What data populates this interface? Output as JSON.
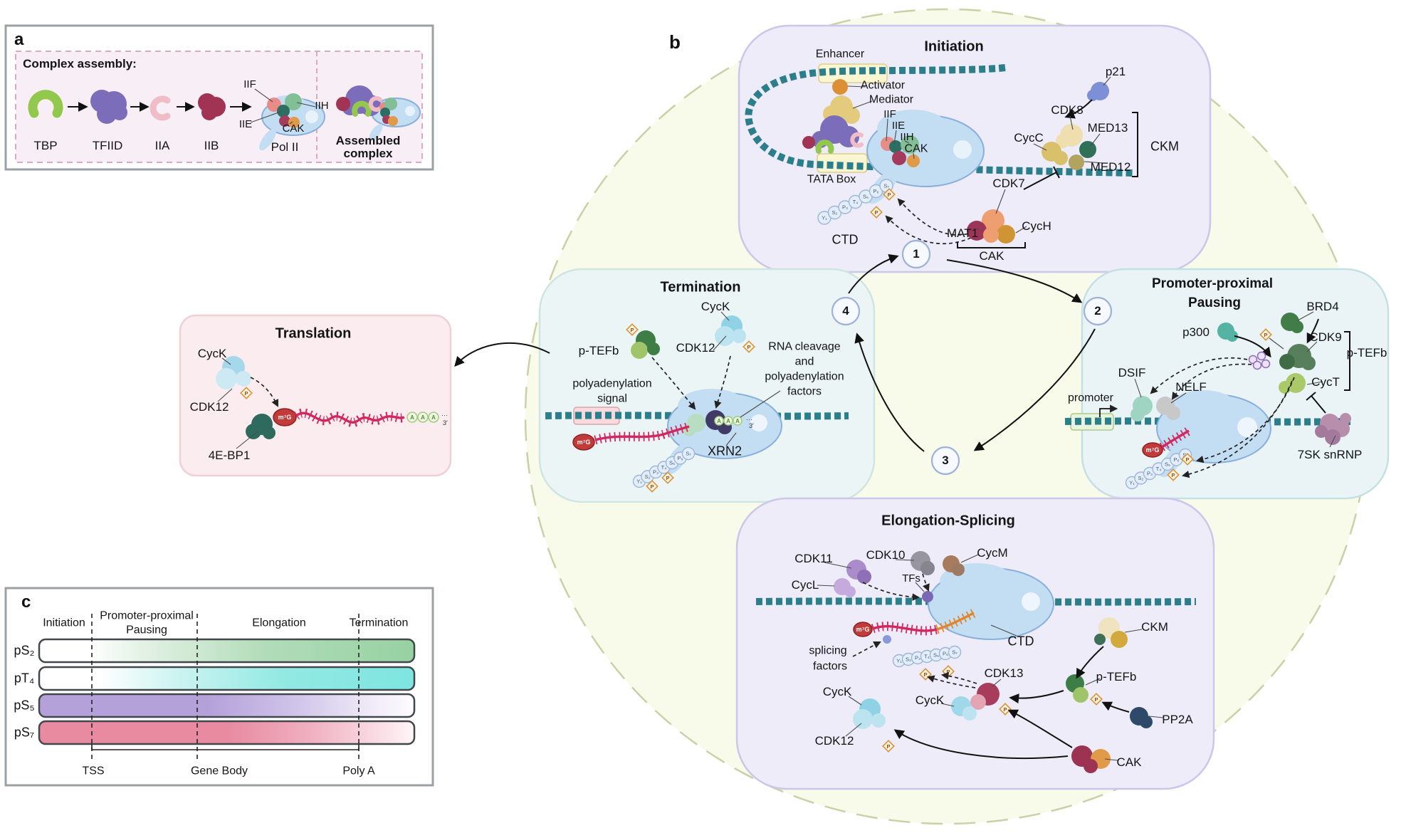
{
  "phosphate": "P",
  "cap": "m⁷G",
  "adenine": "A",
  "three_prime": "3′",
  "dots": "···",
  "ctd": {
    "letters": [
      "Y₁",
      "S₂",
      "P₃",
      "T₄",
      "S₅",
      "P₆",
      "S₇"
    ]
  },
  "panel_a": {
    "tag": "a",
    "title": "Complex assembly:",
    "tbp": "TBP",
    "tfiid": "TFIID",
    "iia": "IIA",
    "iib": "IIB",
    "iif": "IIF",
    "iie": "IIE",
    "iih": "IIH",
    "cak": "CAK",
    "polii": "Pol II",
    "assembled_line1": "Assembled",
    "assembled_line2": "complex"
  },
  "panel_b": {
    "tag": "b",
    "cycle": [
      "1",
      "2",
      "3",
      "4"
    ],
    "initiation": {
      "title": "Initiation",
      "enhancer": "Enhancer",
      "activator": "Activator",
      "mediator": "Mediator",
      "iif": "IIF",
      "iie": "IIE",
      "iih": "IIH",
      "cak": "CAK",
      "tata_box": "TATA Box",
      "ctd": "CTD",
      "p21": "p21",
      "cdk8": "CDK8",
      "cycc": "CycC",
      "med13": "MED13",
      "med12": "MED12",
      "ckm": "CKM",
      "cdk7": "CDK7",
      "mat1": "MAT1",
      "cych": "CycH",
      "cak_bracket": "CAK"
    },
    "pausing": {
      "title_line1": "Promoter-proximal",
      "title_line2": "Pausing",
      "p300": "p300",
      "brd4": "BRD4",
      "cdk9": "CDK9",
      "ptefb": "p-TEFb",
      "cyct": "CycT",
      "dsif": "DSIF",
      "nelf": "NELF",
      "promoter": "promoter",
      "snrnp": "7SK snRNP"
    },
    "termination": {
      "title": "Termination",
      "cyck": "CycK",
      "cdk12": "CDK12",
      "ptefb": "p-TEFb",
      "polya_line1": "polyadenylation",
      "polya_line2": "signal",
      "cleavage_line1": "RNA cleavage",
      "cleavage_line2": "and",
      "cleavage_line3": "polyadenylation",
      "cleavage_line4": "factors",
      "xrn2": "XRN2"
    },
    "elongation": {
      "title": "Elongation-Splicing",
      "cdk11": "CDK11",
      "cdk10": "CDK10",
      "cycm": "CycM",
      "cycl": "CycL",
      "tfs": "TFs",
      "splicing_line1": "splicing",
      "splicing_line2": "factors",
      "ctd": "CTD",
      "ckm": "CKM",
      "cdk13": "CDK13",
      "cyck_left": "CycK",
      "cyck_right": "CycK",
      "cdk12": "CDK12",
      "ptefb": "p-TEFb",
      "pp2a": "PP2A",
      "cak": "CAK"
    }
  },
  "translation": {
    "title": "Translation",
    "cyck": "CycK",
    "cdk12": "CDK12",
    "ebp1": "4E-BP1"
  },
  "panel_c": {
    "tag": "c",
    "col_initiation": "Initiation",
    "col_pausing_line1": "Promoter-proximal",
    "col_pausing_line2": "Pausing",
    "col_elongation": "Elongation",
    "col_termination": "Termination",
    "rows": [
      "pS₂",
      "pT₄",
      "pS₅",
      "pS₇"
    ],
    "axis_tss": "TSS",
    "axis_gene_body": "Gene Body",
    "axis_polya": "Poly A",
    "colors": {
      "ps2": "#96d2a2",
      "pt4": "#7ee5e0",
      "ps5": "#b4a1da",
      "ps7": "#e88aa0",
      "dna": "#2c7f8a",
      "mrna": "#cf2960"
    }
  }
}
